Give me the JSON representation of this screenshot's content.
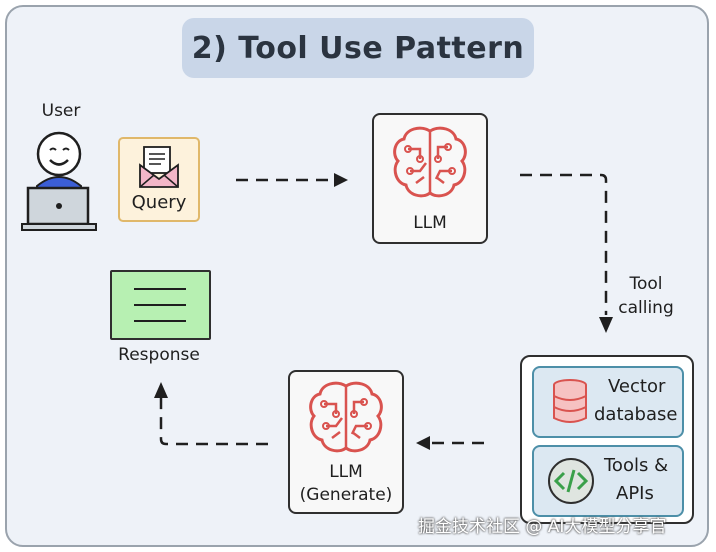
{
  "title": "2) Tool Use Pattern",
  "user_label": "User",
  "query_label": "Query",
  "llm_label": "LLM",
  "tool_calling_label": [
    "Tool",
    "calling"
  ],
  "vector_db_label": [
    "Vector",
    "database"
  ],
  "tools_apis_label": [
    "Tools &",
    "APIs"
  ],
  "llm_generate_label": [
    "LLM",
    "(Generate)"
  ],
  "response_label": "Response",
  "watermark": "掘金技术社区 @ AI大模型分享官",
  "colors": {
    "background": "#eef2f8",
    "title_pill": "#c9d6e8",
    "query_fill": "#fdf2dc",
    "response_fill": "#b7f0b2",
    "brain_red": "#d9534f",
    "tool_card": "#dce8f2"
  },
  "icons": [
    "user-laptop-icon",
    "envelope-icon",
    "brain-circuit-icon",
    "database-icon",
    "code-icon"
  ]
}
